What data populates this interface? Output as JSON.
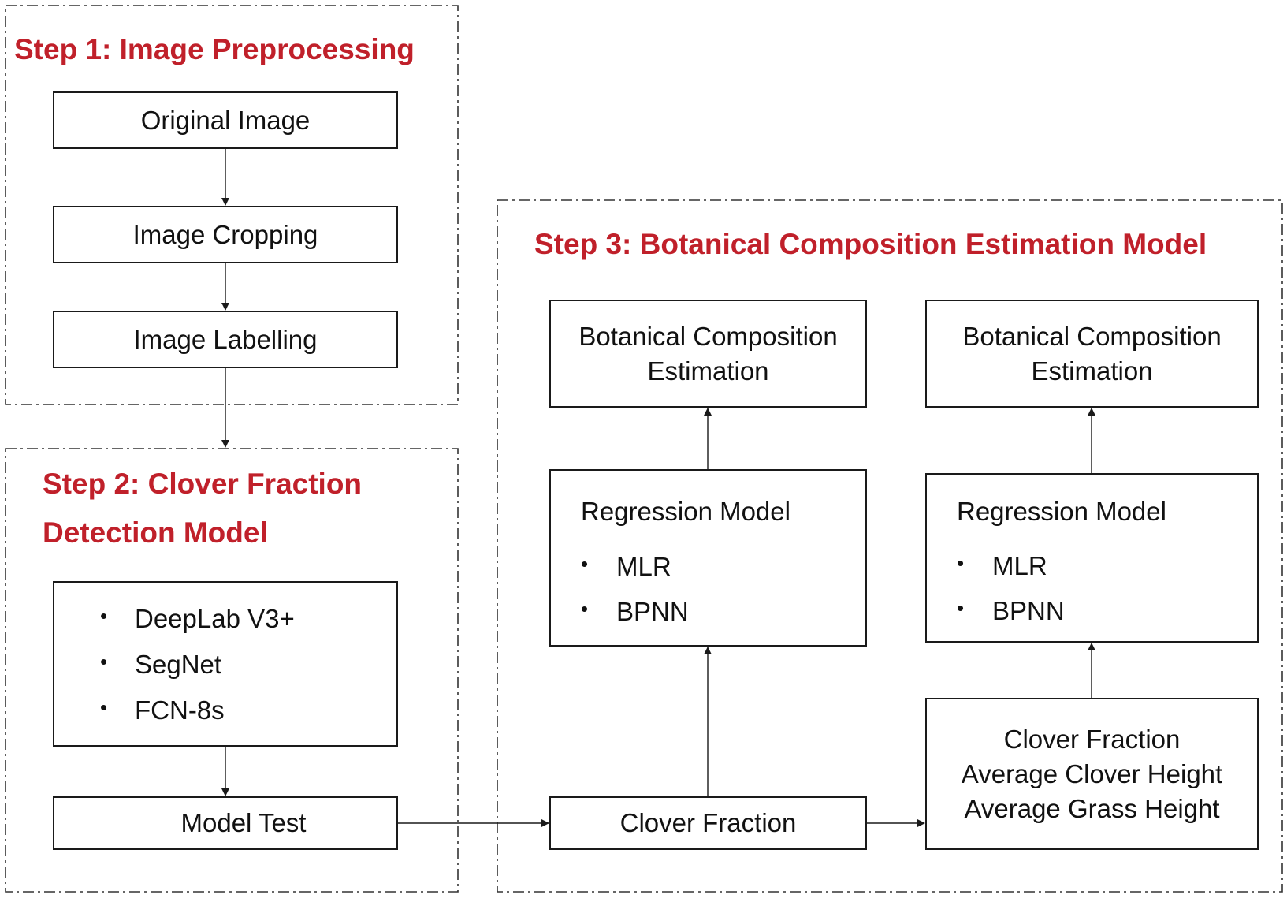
{
  "step1": {
    "title": "Step 1: Image Preprocessing",
    "boxes": [
      "Original Image",
      "Image Cropping",
      "Image Labelling"
    ]
  },
  "step2": {
    "title_line1": "Step 2: Clover Fraction",
    "title_line2": "Detection Model",
    "models": [
      "DeepLab V3+",
      "SegNet",
      "FCN-8s"
    ],
    "test_box": "Model Test"
  },
  "step3": {
    "title": "Step 3: Botanical Composition Estimation Model",
    "left": {
      "estimation": "Botanical Composition\nEstimation",
      "regression_title": "Regression Model",
      "regression_items": [
        "MLR",
        "BPNN"
      ],
      "input": "Clover Fraction"
    },
    "right": {
      "estimation": "Botanical Composition\nEstimation",
      "regression_title": "Regression Model",
      "regression_items": [
        "MLR",
        "BPNN"
      ],
      "inputs": "Clover Fraction\nAverage Clover Height\nAverage Grass Height"
    }
  },
  "bullet_symbol": "•",
  "colors": {
    "title": "#c0202a",
    "line": "#1a1a1a"
  }
}
